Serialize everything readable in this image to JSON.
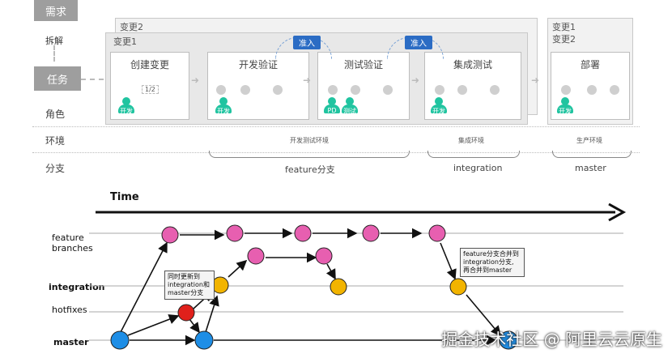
{
  "top": {
    "requirement": "需求",
    "decompose": "拆解",
    "task": "任务",
    "rows": {
      "role": "角色",
      "env": "环境",
      "branch": "分支"
    },
    "change2": "变更2",
    "change1": "变更1",
    "change1_right": "变更1",
    "change2_right": "变更2",
    "stages": {
      "create": "创建变更",
      "dev_verify": "开发验证",
      "test_verify": "测试验证",
      "integration_test": "集成测试",
      "deploy": "部署"
    },
    "admit": "准入",
    "roles": {
      "dev": "开发",
      "pd": "PD",
      "test": "测试"
    },
    "envs": {
      "dev_test": "开发测试环境",
      "integration": "集成环境",
      "prod": "生产环境"
    },
    "branches": {
      "feature": "feature分支",
      "integration": "integration",
      "master": "master"
    },
    "placeholder": "1/2"
  },
  "bottom": {
    "time": "Time",
    "labels": {
      "feature": "feature",
      "branches": "branches",
      "integration": "integration",
      "hotfixes": "hotfixes",
      "master": "master"
    },
    "note1": [
      "同时更新到",
      "integration和",
      "master分支"
    ],
    "note2": [
      "feature分支合并到",
      "integration分支,",
      "再合并到master"
    ],
    "colors": {
      "feature": "#e75fb0",
      "integration": "#f2b400",
      "hotfix": "#e0201b",
      "master": "#1e8ee6"
    }
  },
  "watermark": "掘金技术社区 @ 阿里云云原生"
}
